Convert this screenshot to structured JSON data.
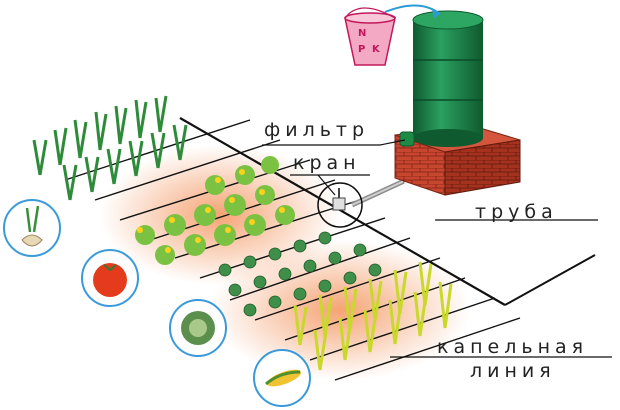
{
  "labels": {
    "filter": "фильтр",
    "valve": "кран",
    "pipe": "труба",
    "drip_line_1": "капельная",
    "drip_line_2": "линия"
  },
  "bucket": {
    "letters": [
      "N",
      "P",
      "K"
    ]
  },
  "colors": {
    "tank": "#1f8a4c",
    "brick": "#c0392b",
    "soil_glow": "#f4a06a",
    "line": "#111111",
    "pipe": "#9a9a9a"
  },
  "icons": [
    "onion-icon",
    "tomato-icon",
    "cabbage-icon",
    "corn-icon"
  ]
}
